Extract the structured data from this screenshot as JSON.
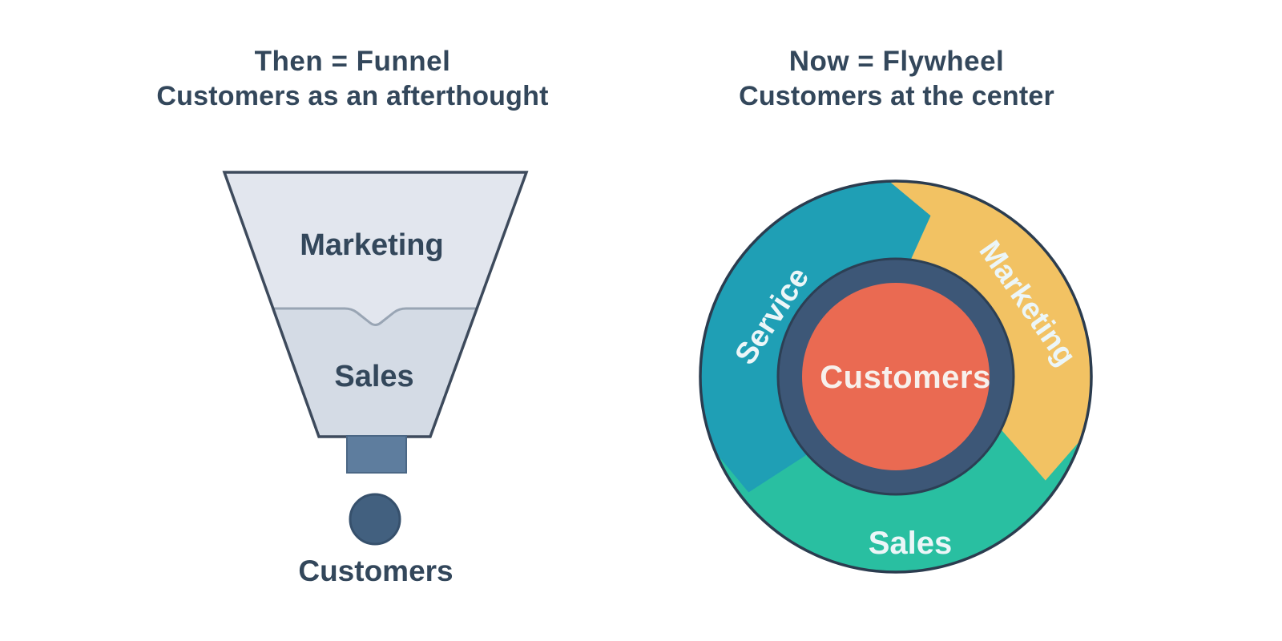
{
  "page": {
    "background": "#ffffff",
    "heading_color": "#33475b"
  },
  "funnel_panel": {
    "title": "Then = Funnel",
    "subtitle": "Customers as an afterthought",
    "stages": [
      {
        "label": "Marketing",
        "fill": "#e2e6ee"
      },
      {
        "label": "Sales",
        "fill": "#d4dbe5"
      }
    ],
    "label_color": "#33475b",
    "outline_color": "#3d4a5c",
    "divider_color": "#99a5b4",
    "spout_color": "#5e7d9e",
    "spout_border_color": "#4b6785",
    "drop_color": "#42607f",
    "drop_border_color": "#36506c",
    "output_label": "Customers"
  },
  "flywheel_panel": {
    "title": "Now = Flywheel",
    "subtitle": "Customers at the center",
    "segments": [
      {
        "label": "Service",
        "fill": "#1f9fb5"
      },
      {
        "label": "Marketing",
        "fill": "#f2c263"
      },
      {
        "label": "Sales",
        "fill": "#29bfa1"
      }
    ],
    "segment_label_color": "#ecf6f8",
    "ring_color": "#3d5777",
    "ring_border_color": "#2c3f54",
    "outline_color": "#2b3c4f",
    "center_label": "Customers",
    "center_color": "#ea6a52",
    "center_label_color": "#f7f0ec"
  }
}
